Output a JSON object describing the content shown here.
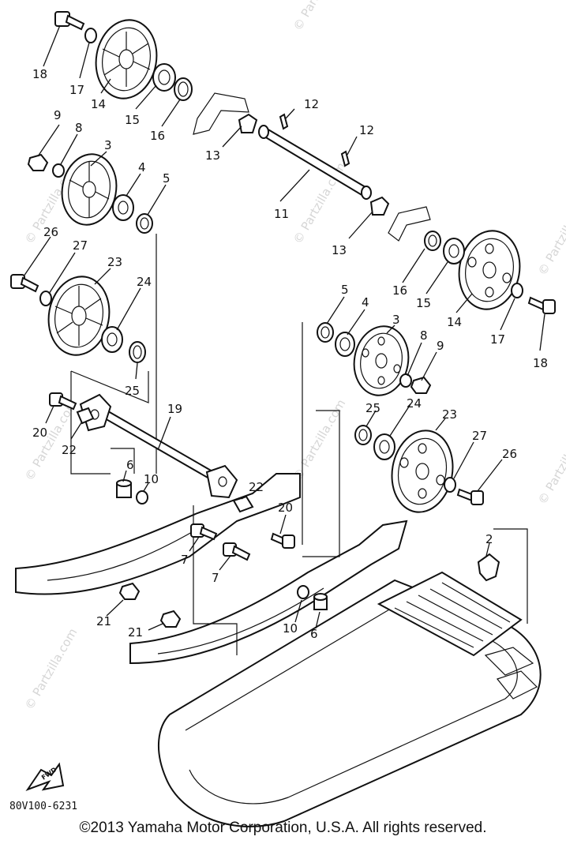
{
  "diagram": {
    "callouts": [
      {
        "id": "c18a",
        "label": "18"
      },
      {
        "id": "c17a",
        "label": "17"
      },
      {
        "id": "c14a",
        "label": "14"
      },
      {
        "id": "c15a",
        "label": "15"
      },
      {
        "id": "c16a",
        "label": "16"
      },
      {
        "id": "c12a",
        "label": "12"
      },
      {
        "id": "c12b",
        "label": "12"
      },
      {
        "id": "c9a",
        "label": "9"
      },
      {
        "id": "c8a",
        "label": "8"
      },
      {
        "id": "c3a",
        "label": "3"
      },
      {
        "id": "c4a",
        "label": "4"
      },
      {
        "id": "c5a",
        "label": "5"
      },
      {
        "id": "c13a",
        "label": "13"
      },
      {
        "id": "c11",
        "label": "11"
      },
      {
        "id": "c26a",
        "label": "26"
      },
      {
        "id": "c27a",
        "label": "27"
      },
      {
        "id": "c23a",
        "label": "23"
      },
      {
        "id": "c24a",
        "label": "24"
      },
      {
        "id": "c25a",
        "label": "25"
      },
      {
        "id": "c13b",
        "label": "13"
      },
      {
        "id": "c16b",
        "label": "16"
      },
      {
        "id": "c15b",
        "label": "15"
      },
      {
        "id": "c14b",
        "label": "14"
      },
      {
        "id": "c17b",
        "label": "17"
      },
      {
        "id": "c18b",
        "label": "18"
      },
      {
        "id": "c5b",
        "label": "5"
      },
      {
        "id": "c4b",
        "label": "4"
      },
      {
        "id": "c3b",
        "label": "3"
      },
      {
        "id": "c8b",
        "label": "8"
      },
      {
        "id": "c9b",
        "label": "9"
      },
      {
        "id": "c19",
        "label": "19"
      },
      {
        "id": "c20a",
        "label": "20"
      },
      {
        "id": "c22a",
        "label": "22"
      },
      {
        "id": "c6a",
        "label": "6"
      },
      {
        "id": "c10a",
        "label": "10"
      },
      {
        "id": "c22b",
        "label": "22"
      },
      {
        "id": "c20b",
        "label": "20"
      },
      {
        "id": "c7a",
        "label": "7"
      },
      {
        "id": "c7b",
        "label": "7"
      },
      {
        "id": "c25b",
        "label": "25"
      },
      {
        "id": "c24b",
        "label": "24"
      },
      {
        "id": "c23b",
        "label": "23"
      },
      {
        "id": "c27b",
        "label": "27"
      },
      {
        "id": "c26b",
        "label": "26"
      },
      {
        "id": "c2",
        "label": "2"
      },
      {
        "id": "c21a",
        "label": "21"
      },
      {
        "id": "c21b",
        "label": "21"
      },
      {
        "id": "c10b",
        "label": "10"
      },
      {
        "id": "c6b",
        "label": "6"
      }
    ],
    "reference_code": "80V100-6231",
    "front_arrow_label": "FWD",
    "watermark": "© Partzilla.com"
  },
  "footer": {
    "copyright": "©2013 Yamaha Motor Corporation, U.S.A. All rights reserved."
  }
}
